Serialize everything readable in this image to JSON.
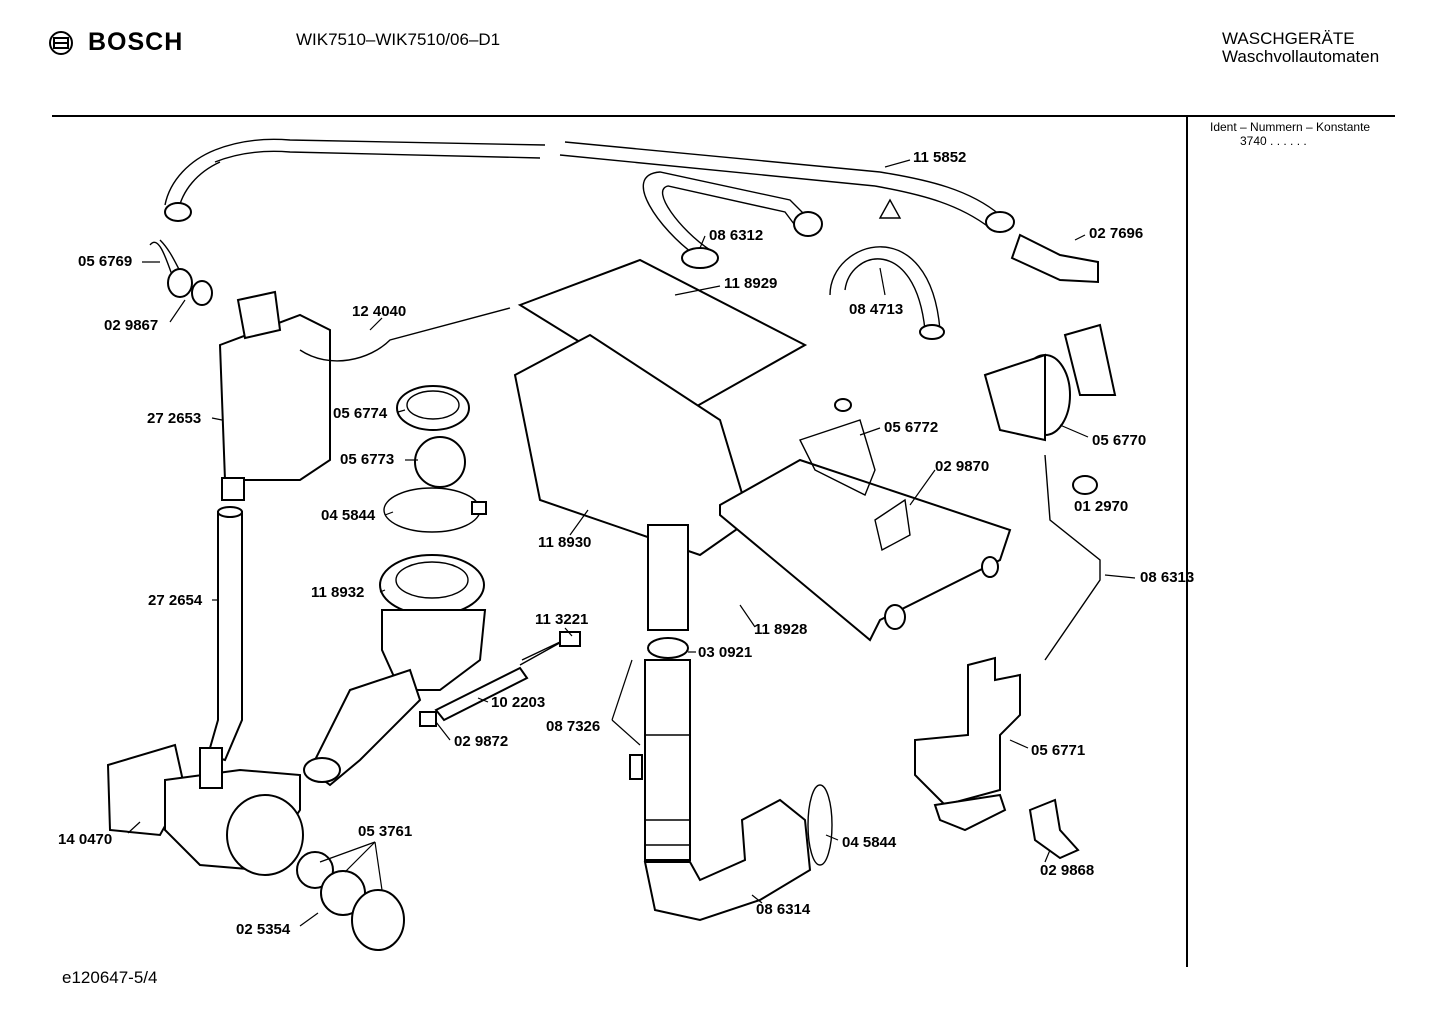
{
  "header": {
    "brand": "BOSCH",
    "model": "WIK7510–WIK7510/06–D1",
    "category_line1": "WASCHGERÄTE",
    "category_line2": "Waschvollautomaten"
  },
  "ident": {
    "title": "Ident – Nummern – Konstante",
    "value": "3740 . . . . . ."
  },
  "footer": {
    "code": "e120647-5/4"
  },
  "parts": [
    "11 5852",
    "02 7696",
    "08 6312",
    "08 4713",
    "05 6769",
    "02 9867",
    "12 4040",
    "11 8929",
    "05 6774",
    "27 2653",
    "05 6773",
    "05 6772",
    "05 6770",
    "04 5844",
    "02 9870",
    "01 2970",
    "11 8930",
    "11 8932",
    "27 2654",
    "08 6313",
    "11 3221",
    "11 8928",
    "03 0921",
    "10 2203",
    "08 7326",
    "02 9872",
    "05 6771",
    "14 0470",
    "05 3761",
    "04 5844",
    "02 9868",
    "08 6314",
    "02 5354"
  ]
}
